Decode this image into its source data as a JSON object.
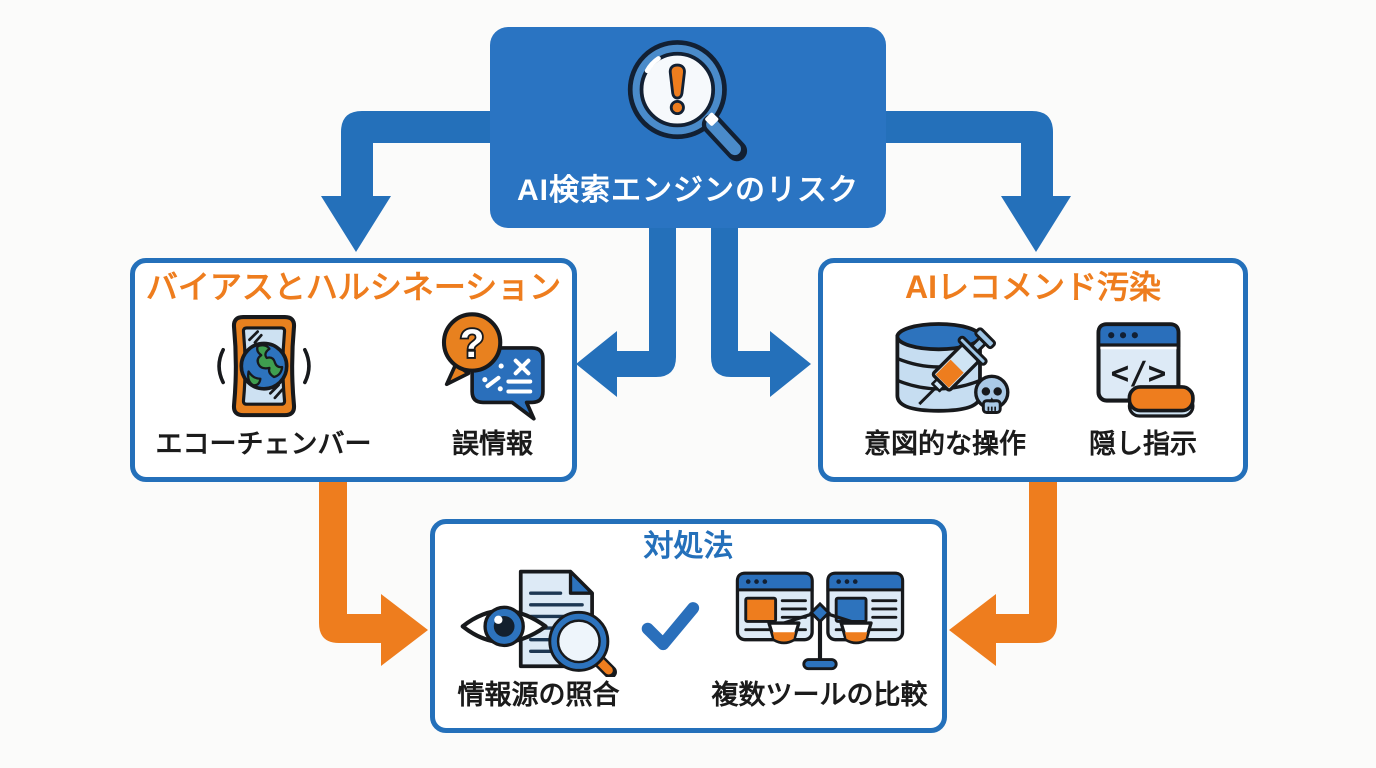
{
  "palette": {
    "blue": "#2470ba",
    "top_box_blue": "#2a74c2",
    "orange": "#ee7d1e",
    "icon_light_blue": "#ddeaf6",
    "icon_mid_blue": "#2d73bd",
    "text_dark": "#1b1b1b",
    "box_bg": "#ffffff",
    "page_bg": "#fbfbfa",
    "top_title_color": "#ffffff"
  },
  "root": {
    "title": "AI検索エンジンのリスク",
    "icon": "magnifier-alert-icon"
  },
  "branches": [
    {
      "title": "バイアスとハルシネーション",
      "items": [
        {
          "label": "エコーチェンバー",
          "icon": "echo-chamber-mirror-globe-icon"
        },
        {
          "label": "誤情報",
          "icon": "misinformation-speech-bubbles-icon"
        }
      ]
    },
    {
      "title": "AIレコメンド汚染",
      "items": [
        {
          "label": "意図的な操作",
          "icon": "database-syringe-skull-icon"
        },
        {
          "label": "隠し指示",
          "icon": "hidden-code-browser-icon"
        }
      ]
    }
  ],
  "solution": {
    "title": "対処法",
    "separator_icon": "checkmark-icon",
    "items": [
      {
        "label": "情報源の照合",
        "icon": "eye-document-magnifier-icon"
      },
      {
        "label": "複数ツールの比較",
        "icon": "browsers-balance-scale-icon"
      }
    ]
  },
  "glyphs": {
    "code": "</>",
    "question": "?"
  },
  "arrows": {
    "blue": [
      "root-to-bias-outer",
      "root-to-pollution-outer",
      "root-to-bias-inner",
      "root-to-pollution-inner"
    ],
    "orange": [
      "bias-to-solution",
      "pollution-to-solution"
    ]
  }
}
